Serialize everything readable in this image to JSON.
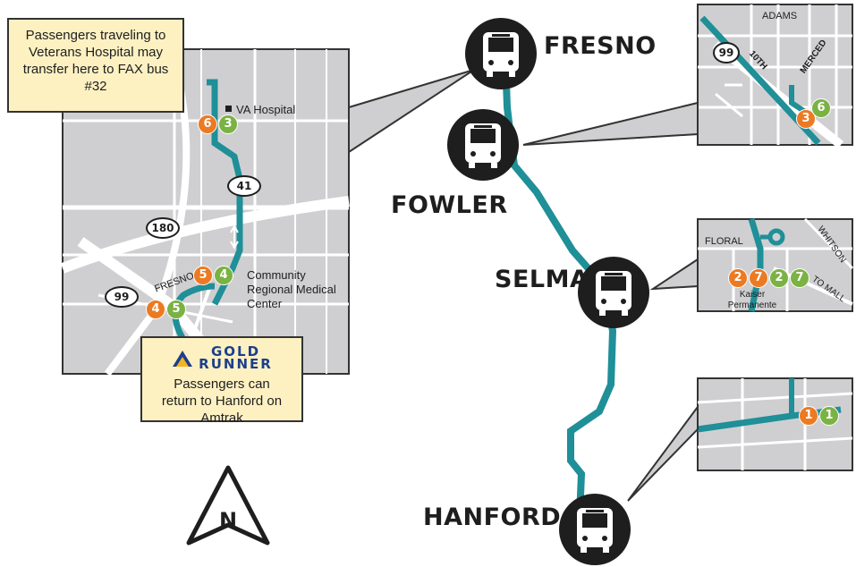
{
  "colors": {
    "route": "#1f8f98",
    "map_bg": "#cfcfd1",
    "road": "#ffffff",
    "callout_bg": "#fdf1c2",
    "stop_orange": "#ec7a22",
    "stop_green": "#7bb244",
    "station_black": "#1e1e1e",
    "logo_blue": "#1c3f8c"
  },
  "cities": [
    {
      "name": "FRESNO"
    },
    {
      "name": "FOWLER"
    },
    {
      "name": "SELMA"
    },
    {
      "name": "HANFORD"
    }
  ],
  "fresno_inset": {
    "callout_top": "Passengers traveling to Veterans Hospital may transfer here to FAX bus #32",
    "va_label": "VA Hospital",
    "fresno_street": "FRESNO",
    "medical_center": "Community Regional Medical Center",
    "shields": [
      "41",
      "180",
      "99"
    ],
    "stops": [
      "6",
      "3",
      "5",
      "4",
      "4",
      "5"
    ],
    "callout_bottom": "Passengers can return to Hanford on Amtrak",
    "logo_line1": "GOLD",
    "logo_line2": "RUNNER"
  },
  "fowler_inset": {
    "streets": [
      "ADAMS",
      "10TH",
      "MERCED"
    ],
    "shield": "99",
    "stops": [
      "3",
      "6"
    ]
  },
  "selma_inset": {
    "streets": [
      "FLORAL",
      "WHITSON",
      "TO MALL"
    ],
    "place": "Kaiser Permanente",
    "stops": [
      "2",
      "7",
      "2",
      "7"
    ]
  },
  "hanford_inset": {
    "stops": [
      "1",
      "1"
    ]
  },
  "compass": {
    "letter": "N"
  },
  "icons": {
    "station": "bus-icon",
    "compass": "north-arrow-icon"
  }
}
